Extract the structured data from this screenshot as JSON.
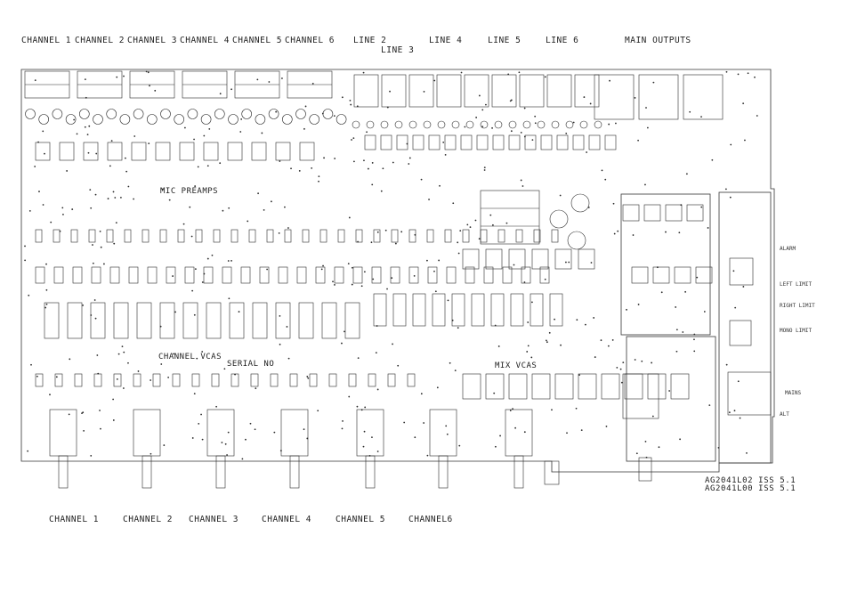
{
  "top_headers": {
    "channels": [
      "CHANNEL 1",
      "CHANNEL 2",
      "CHANNEL 3",
      "CHANNEL 4",
      "CHANNEL 5",
      "CHANNEL 6"
    ],
    "lines": [
      "LINE 2",
      "LINE 3",
      "LINE 4",
      "LINE 5",
      "LINE 6"
    ],
    "main": "MAIN OUTPUTS"
  },
  "sections": {
    "mic_preamps": "MIC PREAMPS",
    "channel_vcas": "CHANNEL VCAS",
    "serial_no": "SERIAL NO",
    "mix_vcas": "MIX VCAS"
  },
  "bottom_headers": [
    "CHANNEL 1",
    "CHANNEL 2",
    "CHANNEL 3",
    "CHANNEL 4",
    "CHANNEL 5",
    "CHANNEL6"
  ],
  "revision": [
    "AG2041L02 ISS 5.1",
    "AG2041L00 ISS 5.1"
  ],
  "connectors_right": [
    "ALARM",
    "LEFT LIMIT",
    "RIGHT LIMIT",
    "MONO LIMIT",
    "MAINS",
    "ALT"
  ],
  "colors": {
    "ink": "#1a1a1a",
    "board": "#ffffff"
  }
}
